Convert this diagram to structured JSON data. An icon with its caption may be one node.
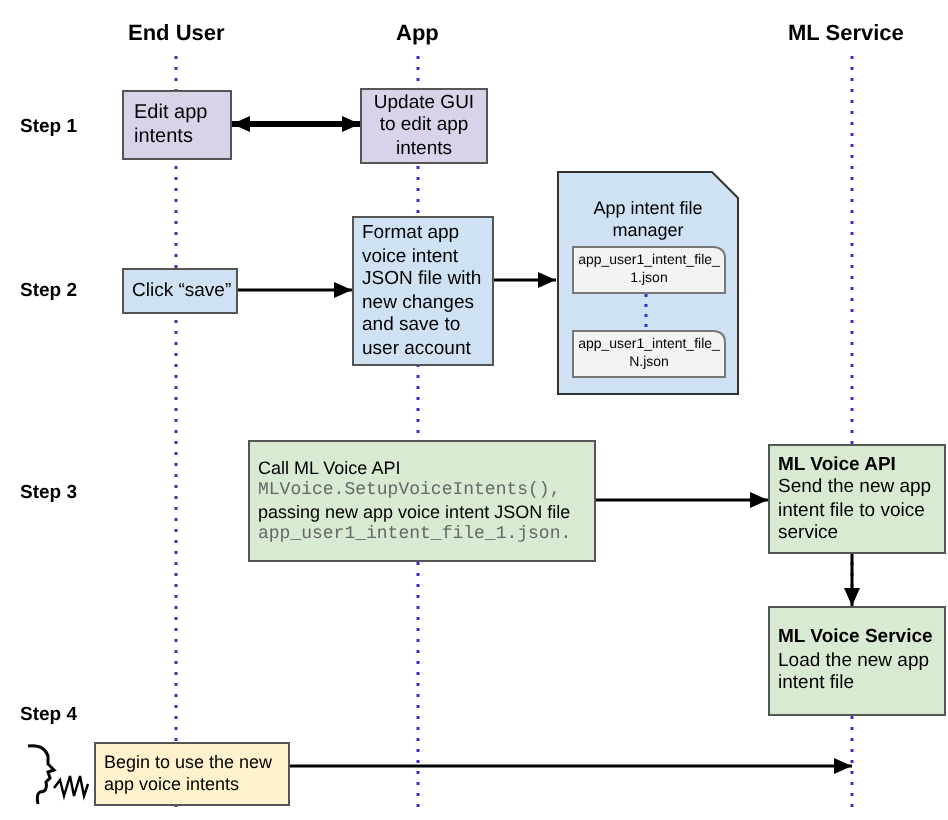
{
  "diagram": {
    "nodes": [
      {
        "text": [
          "Edit app intents"
        ]
      },
      {
        "text": [
          "Update GUI to edit app intents"
        ]
      },
      {
        "text": [
          "Click “save”"
        ]
      },
      {
        "text": [
          "Format app voice intent JSON file with new changes and save to user account"
        ]
      },
      {
        "text": [
          "App intent file manager"
        ]
      },
      {
        "text": [
          "app_user1_intent_file_1.json"
        ],
        "in": 4
      },
      {
        "text": [
          "app_user1_intent_file_N.json"
        ],
        "in": 4
      },
      {
        "text": [
          "Call ML Voice API",
          "MLVoice.SetupVoiceIntents(),",
          "passing new app voice intent JSON file",
          "app_user1_intent_file_1.json."
        ]
      },
      {
        "text": [
          "ML Voice API",
          "Send the new app intent file to voice service"
        ]
      },
      {
        "text": [
          "ML Voice Service",
          "Load the new app intent file"
        ]
      },
      {
        "text": [
          "Begin to use the new app voice intents"
        ]
      }
    ],
    "edges": [
      {
        "from": 0,
        "to": 1,
        "arrow": "both",
        "style": "thick"
      },
      {
        "from": 2,
        "to": 3,
        "arrow": "to"
      },
      {
        "from": 3,
        "to": 4,
        "arrow": "to"
      },
      {
        "from": 5,
        "to": 6,
        "arrow": "none",
        "style": "dashed",
        "color": "#3333cc"
      },
      {
        "from": 7,
        "to": 8,
        "arrow": "to"
      },
      {
        "from": 8,
        "to": 9,
        "arrow": "to"
      },
      {
        "from": 10,
        "to": 9,
        "arrow": "to"
      }
    ],
    "labels": [
      "End User",
      "App",
      "ML Service",
      "Step 1",
      "Step 2",
      "Step 3",
      "Step 4"
    ]
  }
}
